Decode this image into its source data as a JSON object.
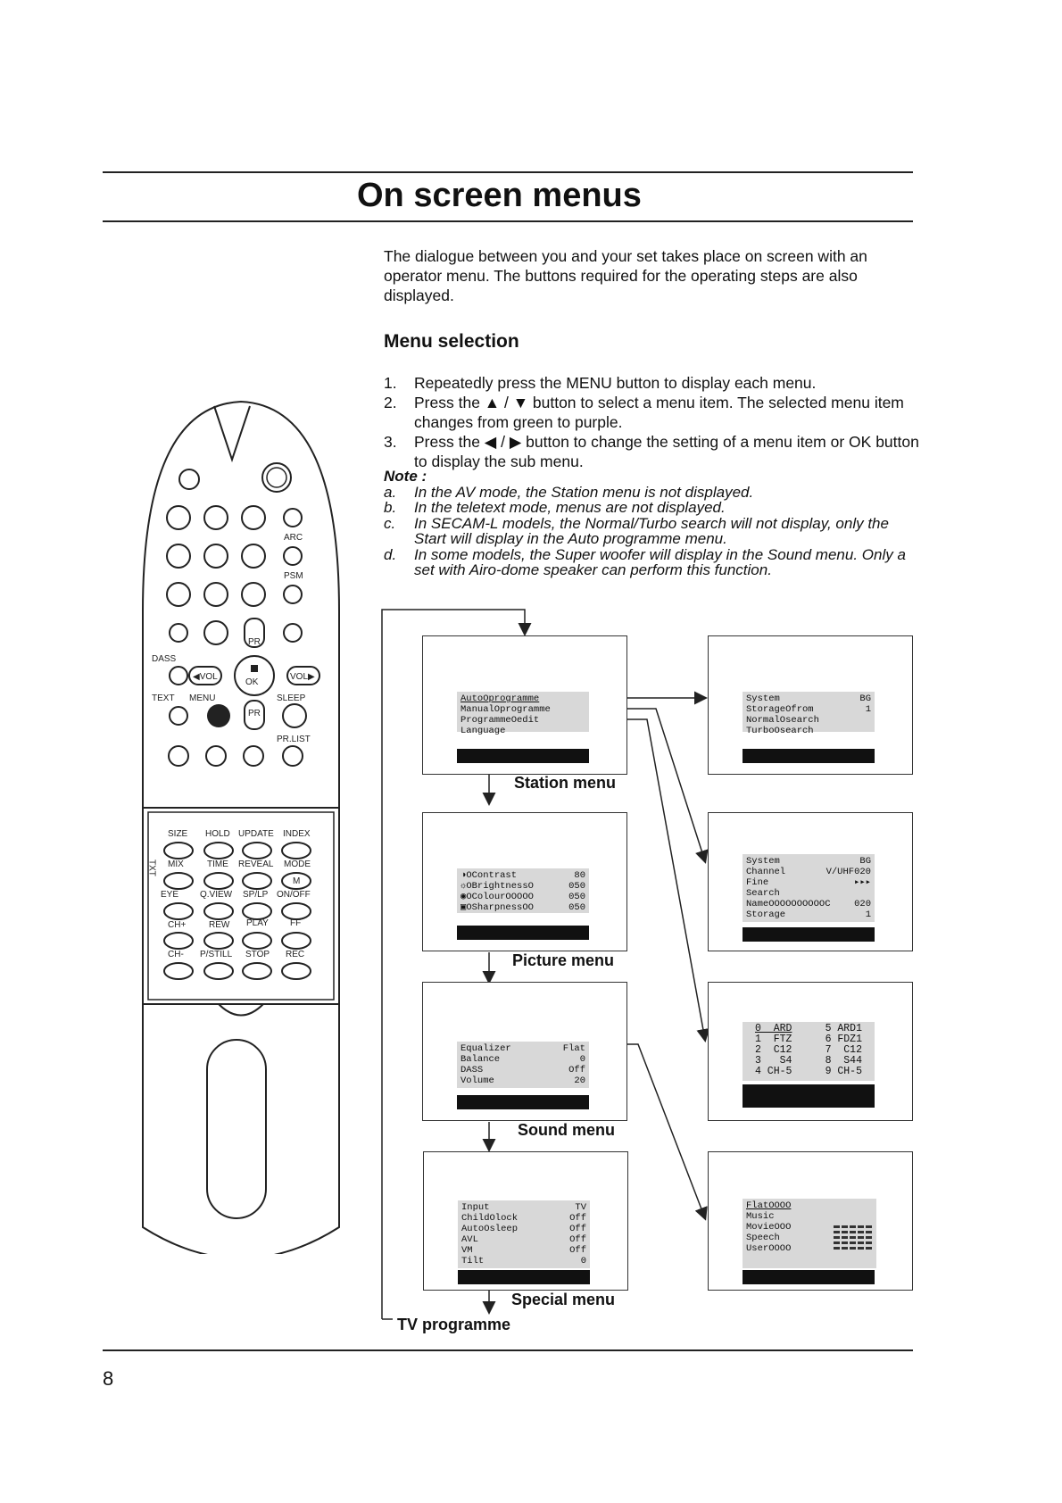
{
  "title": "On screen menus",
  "intro": "The dialogue between you and your set takes place on screen with an operator menu. The buttons required for the operating steps are also displayed.",
  "menu_selection": {
    "heading": "Menu selection",
    "steps": [
      {
        "num": "1.",
        "text": "Repeatedly press the MENU button to display each menu."
      },
      {
        "num": "2.",
        "text": "Press the ▲ / ▼ button to select a menu item. The selected menu item changes from green to purple."
      },
      {
        "num": "3.",
        "text": "Press the ◀ / ▶ button to change the setting of a menu item or OK button to display the sub menu."
      }
    ],
    "note_title": "Note :",
    "notes": [
      {
        "num": "a.",
        "text": "In the AV mode, the Station menu is not displayed."
      },
      {
        "num": "b.",
        "text": "In the teletext mode, menus are not displayed."
      },
      {
        "num": "c.",
        "text": "In SECAM-L models, the Normal/Turbo search will not display, only the Start will display in the Auto programme menu."
      },
      {
        "num": "d.",
        "text": "In some models, the Super woofer will display in the Sound menu. Only a set with Airo-dome speaker can perform this function."
      }
    ]
  },
  "remote": {
    "labels": {
      "arc": "ARC",
      "psm": "PSM",
      "pr": "PR",
      "dass": "DASS",
      "vol_left": "◀VOL",
      "ok": "OK",
      "vol_right": "VOL▶",
      "text": "TEXT",
      "menu": "MENU",
      "sleep": "SLEEP",
      "prlist": "PR.LIST"
    },
    "vcr_rows": [
      [
        "SIZE",
        "HOLD",
        "UPDATE",
        "INDEX"
      ],
      [
        "MIX",
        "TIME",
        "REVEAL",
        "MODE"
      ],
      [
        "EYE",
        "Q.VIEW",
        "SP/LP",
        "ON/OFF"
      ],
      [
        "CH+",
        "REW",
        "PLAY",
        "FF"
      ],
      [
        "CH-",
        "P/STILL",
        "STOP",
        "REC"
      ]
    ],
    "txt_label": "TXT",
    "mode_mark": "M"
  },
  "screens": {
    "station": {
      "caption": "Station menu",
      "rows": [
        "AutoOprogramme",
        "ManualOprogramme",
        "ProgrammeOedit",
        "Language"
      ]
    },
    "picture": {
      "caption": "Picture menu",
      "rows": [
        {
          "icon": "◑",
          "label": "OContrast",
          "value": "80"
        },
        {
          "icon": "☼",
          "label": "OBrightnessO",
          "value": "050"
        },
        {
          "icon": "◉",
          "label": "OColourOOOOO",
          "value": "050"
        },
        {
          "icon": "▣",
          "label": "OSharpnessOO",
          "value": "050"
        }
      ]
    },
    "sound": {
      "caption": "Sound menu",
      "rows": [
        {
          "label": "Equalizer",
          "value": "Flat"
        },
        {
          "label": "Balance",
          "value": "0"
        },
        {
          "label": "DASS",
          "value": "Off"
        },
        {
          "label": "Volume",
          "value": "20"
        }
      ]
    },
    "special": {
      "caption": "Special menu",
      "rows": [
        {
          "label": "Input",
          "value": "TV"
        },
        {
          "label": "ChildOlock",
          "value": "Off"
        },
        {
          "label": "AutoOsleep",
          "value": "Off"
        },
        {
          "label": "AVL",
          "value": "Off"
        },
        {
          "label": "VM",
          "value": "Off"
        },
        {
          "label": "Tilt",
          "value": "0"
        }
      ]
    },
    "auto_programme": {
      "rows": [
        {
          "label": "System",
          "value": "BG"
        },
        {
          "label": "StorageOfrom",
          "value": "1"
        },
        {
          "label": "NormalOsearch",
          "value": ""
        },
        {
          "label": "TurboOsearch",
          "value": ""
        }
      ]
    },
    "manual_programme": {
      "rows": [
        {
          "label": "System",
          "value": "BG"
        },
        {
          "label": "Channel",
          "value": "V/UHF020"
        },
        {
          "label": "Fine",
          "value": "▸▸▸"
        },
        {
          "label": "Search",
          "value": ""
        },
        {
          "label": "NameOOOOOOOOOOC",
          "value": "020"
        },
        {
          "label": "Storage",
          "value": "1"
        }
      ]
    },
    "programme_edit": {
      "rows": [
        {
          "left": "0  ARD",
          "right": "5 ARD1"
        },
        {
          "left": "1  FTZ",
          "right": "6 FDZ1"
        },
        {
          "left": "2  C12",
          "right": "7  C12"
        },
        {
          "left": "3   S4",
          "right": "8  S44"
        },
        {
          "left": "4 CH-5",
          "right": "9 CH-5"
        }
      ]
    },
    "equalizer": {
      "rows": [
        "FlatOOOO",
        "Music",
        "MovieOOO",
        "Speech",
        "UserOOOO"
      ]
    }
  },
  "tv_programme": "TV programme",
  "page_number": "8"
}
